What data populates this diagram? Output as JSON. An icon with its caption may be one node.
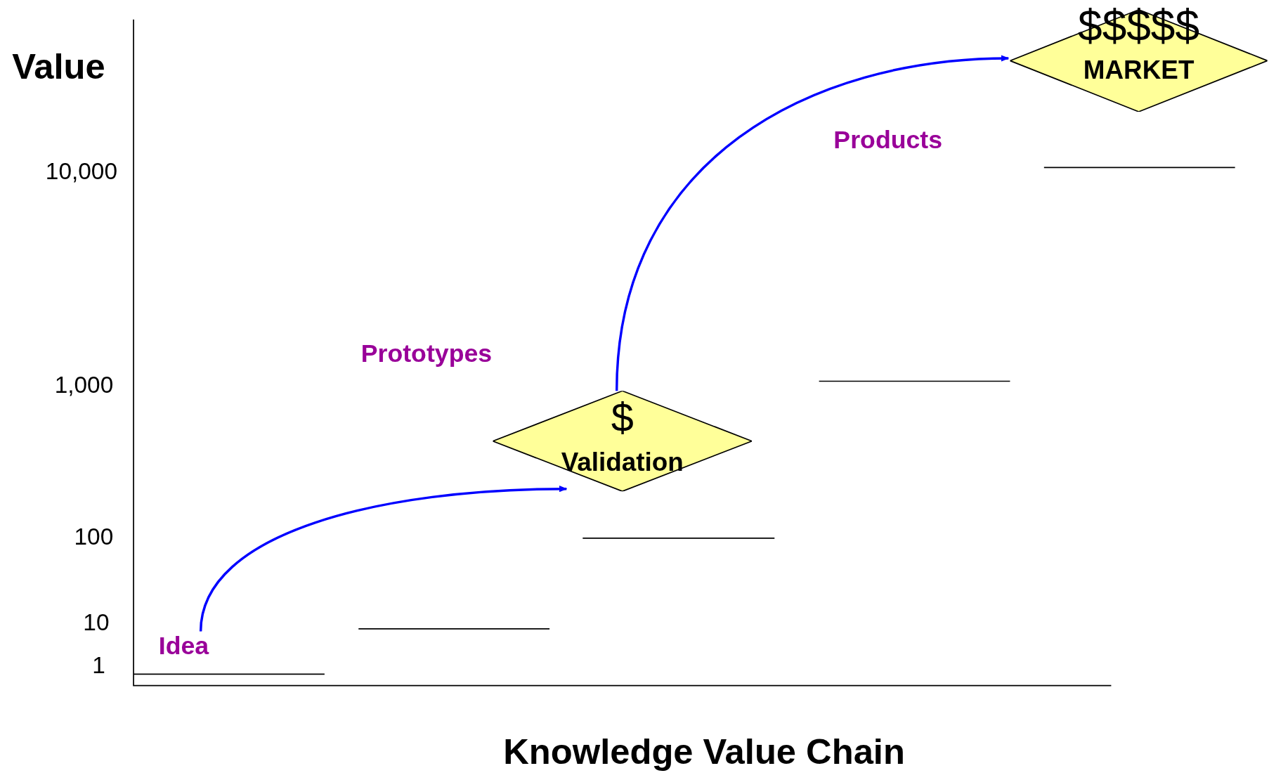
{
  "diagram": {
    "nodes": [
      {
        "text": [
          "Idea"
        ]
      },
      {
        "text": [
          "$",
          "Validation"
        ]
      },
      {
        "text": [
          "$$$$$",
          "MARKET"
        ]
      }
    ],
    "edges": [
      {
        "from": 0,
        "to": 1,
        "arrow": "to"
      },
      {
        "from": 1,
        "to": 2,
        "arrow": "to"
      }
    ],
    "labels": [
      "Value",
      "Products",
      "10,000",
      "Prototypes",
      "1,000",
      "100",
      "10",
      "1",
      "Knowledge Value Chain"
    ]
  }
}
